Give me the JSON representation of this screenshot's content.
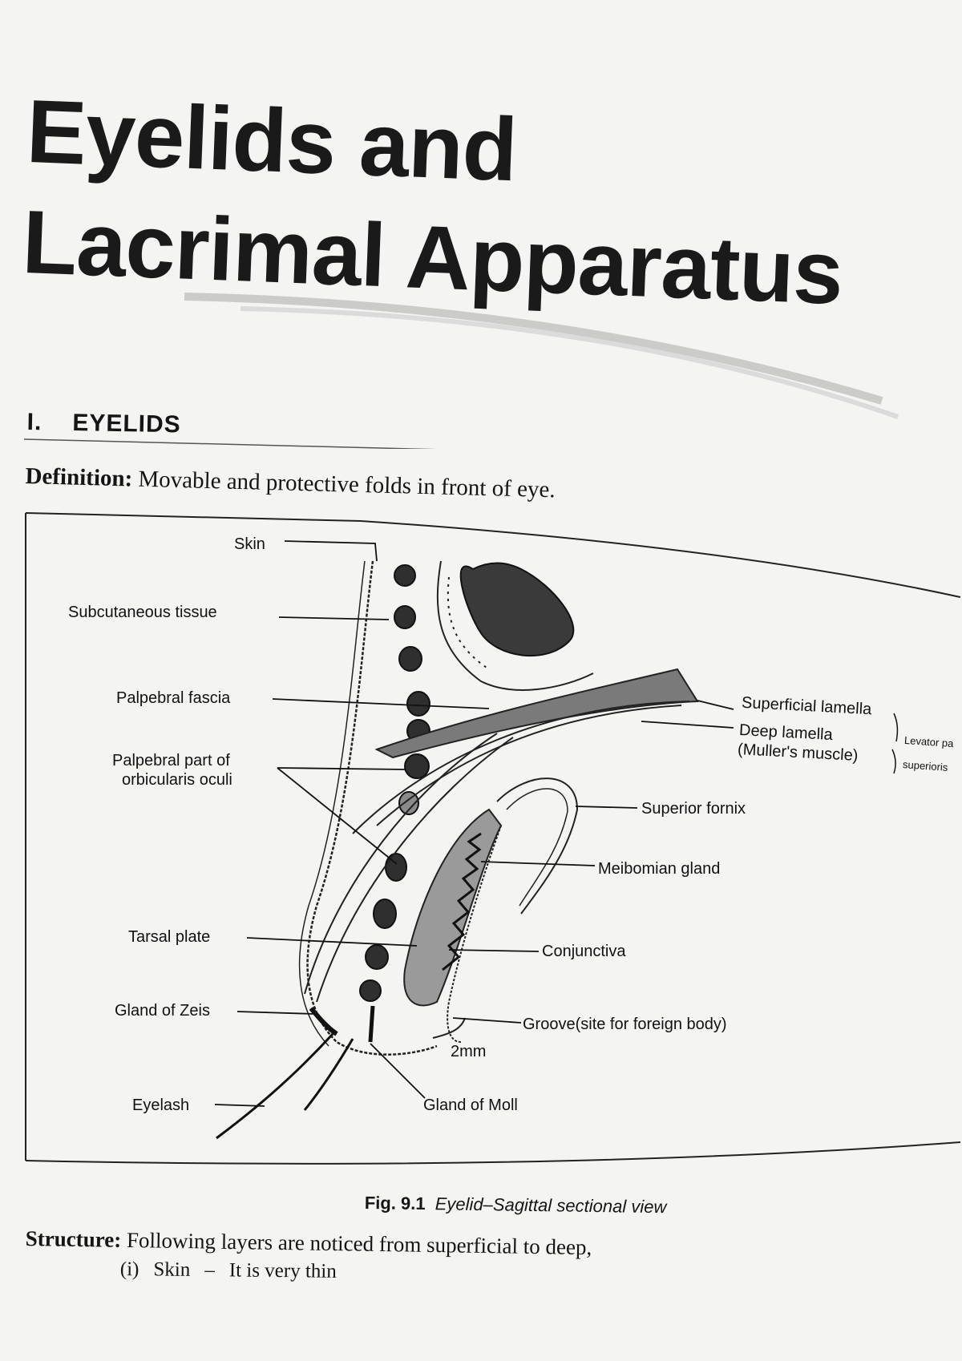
{
  "chapter": {
    "title_line1": "Eyelids and",
    "title_line2": "Lacrimal Apparatus"
  },
  "section": {
    "number": "I.",
    "heading": "EYELIDS"
  },
  "definition": {
    "lead": "Definition:",
    "text": "Movable and protective folds in front of eye."
  },
  "figure": {
    "labels": {
      "skin": "Skin",
      "subcutaneous": "Subcutaneous tissue",
      "palpebral_fascia": "Palpebral fascia",
      "orbicularis_line1": "Palpebral part of",
      "orbicularis_line2": "orbicularis oculi",
      "tarsal_plate": "Tarsal plate",
      "gland_zeis": "Gland of Zeis",
      "eyelash": "Eyelash",
      "superficial_lamella": "Superficial lamella",
      "deep_lamella": "Deep lamella",
      "muller": "(Muller's muscle)",
      "levator_line1": "Levator pa",
      "levator_line2": "superioris",
      "superior_fornix": "Superior fornix",
      "meibomian": "Meibomian gland",
      "conjunctiva": "Conjunctiva",
      "groove": "Groove(site for foreign body)",
      "two_mm": "2mm",
      "gland_moll": "Gland of Moll"
    },
    "caption_number": "Fig. 9.1",
    "caption_title": "Eyelid–Sagittal sectional view"
  },
  "structure": {
    "lead": "Structure:",
    "text": "Following layers are noticed from superficial to deep,"
  },
  "list": [
    {
      "marker": "(i)",
      "term": "Skin",
      "dash": "–",
      "desc": "It is very thin"
    }
  ]
}
